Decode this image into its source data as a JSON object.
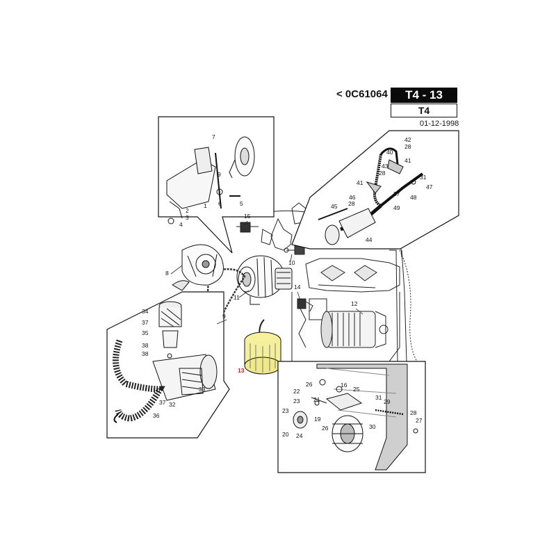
{
  "header": {
    "ref_code": "< 0C61064",
    "group_dark": "T4 - 13",
    "group_light": "T4",
    "date": "01-12-1998"
  },
  "highlight": {
    "part": "13",
    "color": "#f3ef9a",
    "label_color": "#d21818"
  },
  "labels": {
    "c1": [
      "7",
      "9",
      "1",
      "2",
      "3",
      "4",
      "5",
      "6"
    ],
    "c2": [
      "42",
      "28",
      "40",
      "41",
      "43",
      "28",
      "31",
      "41",
      "47",
      "27",
      "48",
      "46",
      "28",
      "49",
      "45",
      "44"
    ],
    "main": [
      "15",
      "10",
      "8",
      "11",
      "14",
      "12",
      "9"
    ],
    "c3": [
      "34",
      "37",
      "35",
      "38",
      "38",
      "33",
      "37",
      "32",
      "36"
    ],
    "c4": [
      "26",
      "16",
      "25",
      "22",
      "23",
      "21",
      "31",
      "29",
      "23",
      "19",
      "20",
      "24",
      "26",
      "30",
      "28",
      "27"
    ],
    "filter": "13"
  }
}
